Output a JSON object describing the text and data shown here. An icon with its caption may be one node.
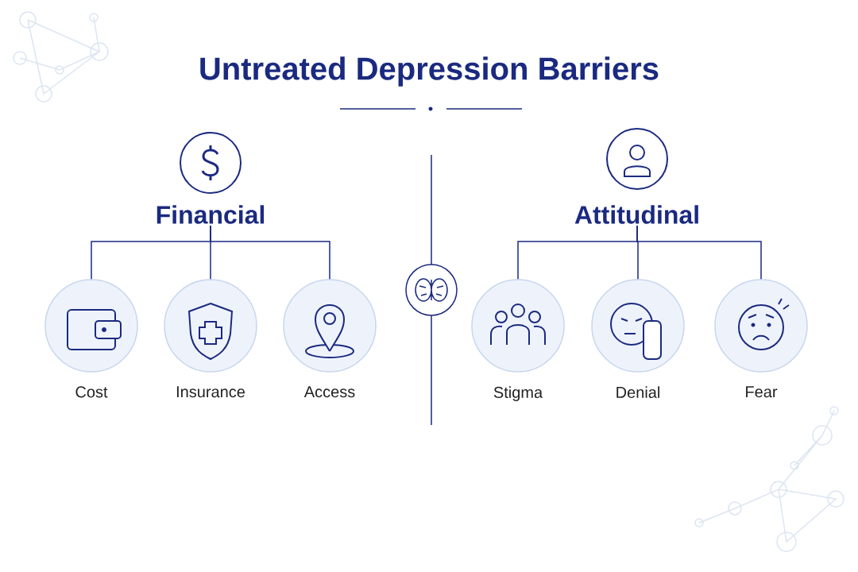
{
  "diagram": {
    "title": "Untreated Depression Barriers",
    "nodes": [
      {
        "text": [
          "Financial"
        ]
      },
      {
        "text": [
          "Cost"
        ]
      },
      {
        "text": [
          "Insurance"
        ]
      },
      {
        "text": [
          "Access"
        ]
      },
      {
        "text": [
          "Attitudinal"
        ]
      },
      {
        "text": [
          "Stigma"
        ]
      },
      {
        "text": [
          "Denial"
        ]
      },
      {
        "text": [
          "Fear"
        ]
      }
    ],
    "edges": [
      {
        "from": 0,
        "to": 1,
        "arrow": "none"
      },
      {
        "from": 0,
        "to": 2,
        "arrow": "none"
      },
      {
        "from": 0,
        "to": 3,
        "arrow": "none"
      },
      {
        "from": 4,
        "to": 5,
        "arrow": "none"
      },
      {
        "from": 4,
        "to": 6,
        "arrow": "none"
      },
      {
        "from": 4,
        "to": 7,
        "arrow": "none"
      }
    ]
  }
}
